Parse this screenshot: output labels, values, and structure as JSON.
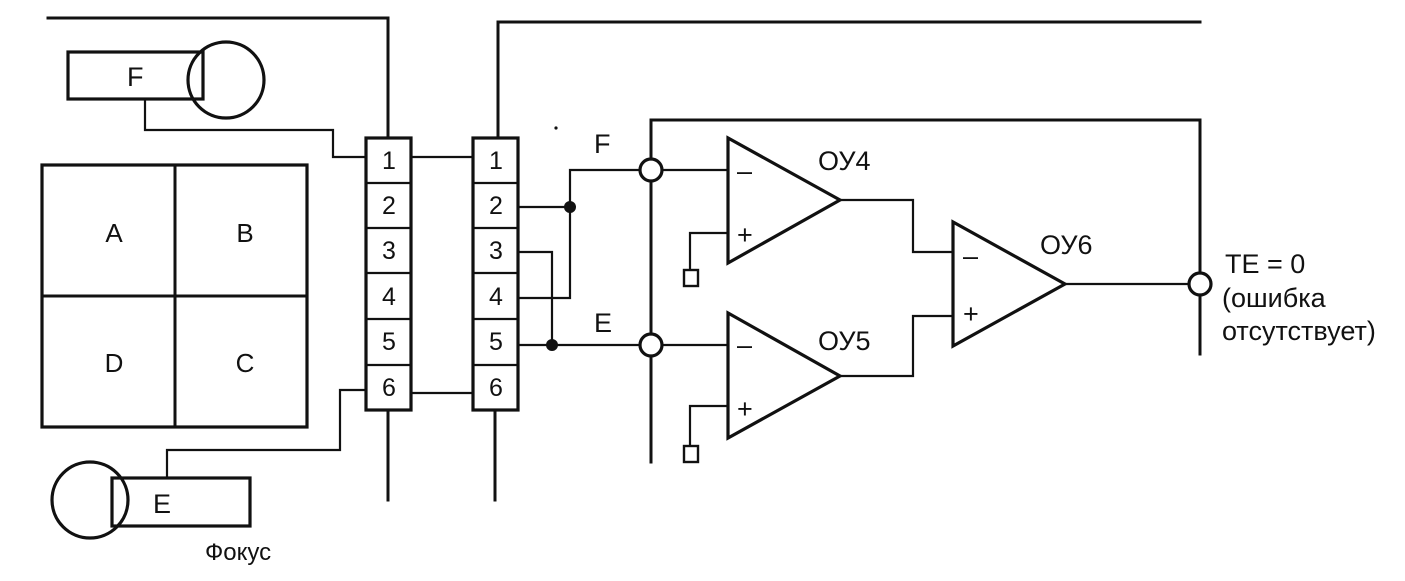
{
  "sensors": {
    "top_label": "F",
    "bottom_label": "E",
    "focus_label": "Фокус"
  },
  "quadrants": [
    "A",
    "B",
    "D",
    "C"
  ],
  "connectors": {
    "left_pins": [
      "1",
      "2",
      "3",
      "4",
      "5",
      "6"
    ],
    "right_pins": [
      "1",
      "2",
      "3",
      "4",
      "5",
      "6"
    ]
  },
  "signals": {
    "f_label": "F",
    "e_label": "E"
  },
  "amplifiers": {
    "oy4_label": "ОУ4",
    "oy5_label": "ОУ5",
    "oy6_label": "ОУ6",
    "minus_sign": "–",
    "plus_sign": "+"
  },
  "output": {
    "line1": "TE = 0",
    "line2": "(ошибка",
    "line3": "отсутствует)"
  }
}
